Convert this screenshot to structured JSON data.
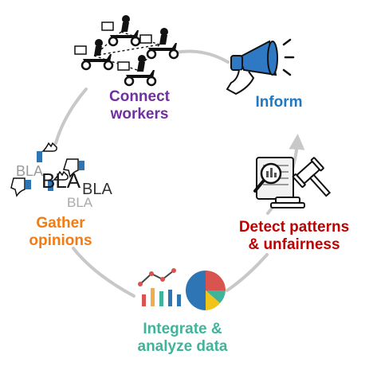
{
  "colors": {
    "connect": "#7030a0",
    "inform": "#1f78c1",
    "detect": "#c00000",
    "integrate": "#3fb49a",
    "gather": "#f07c16",
    "cycle_arrow": "#c8c8c8"
  },
  "steps": {
    "connect": {
      "line1": "Connect",
      "line2": "workers",
      "icon": "scooter-network-icon"
    },
    "inform": {
      "line1": "Inform",
      "icon": "megaphone-icon"
    },
    "detect": {
      "line1": "Detect patterns",
      "line2": "& unfairness",
      "icon": "gavel-magnifier-icon"
    },
    "integrate": {
      "line1": "Integrate &",
      "line2": "analyze data",
      "icon": "charts-icon"
    },
    "gather": {
      "line1": "Gather",
      "line2": "opinions",
      "icon": "thumbs-bla-icon"
    }
  },
  "bla_words": [
    "BLA",
    "BLA",
    "BLA",
    "BLA"
  ]
}
